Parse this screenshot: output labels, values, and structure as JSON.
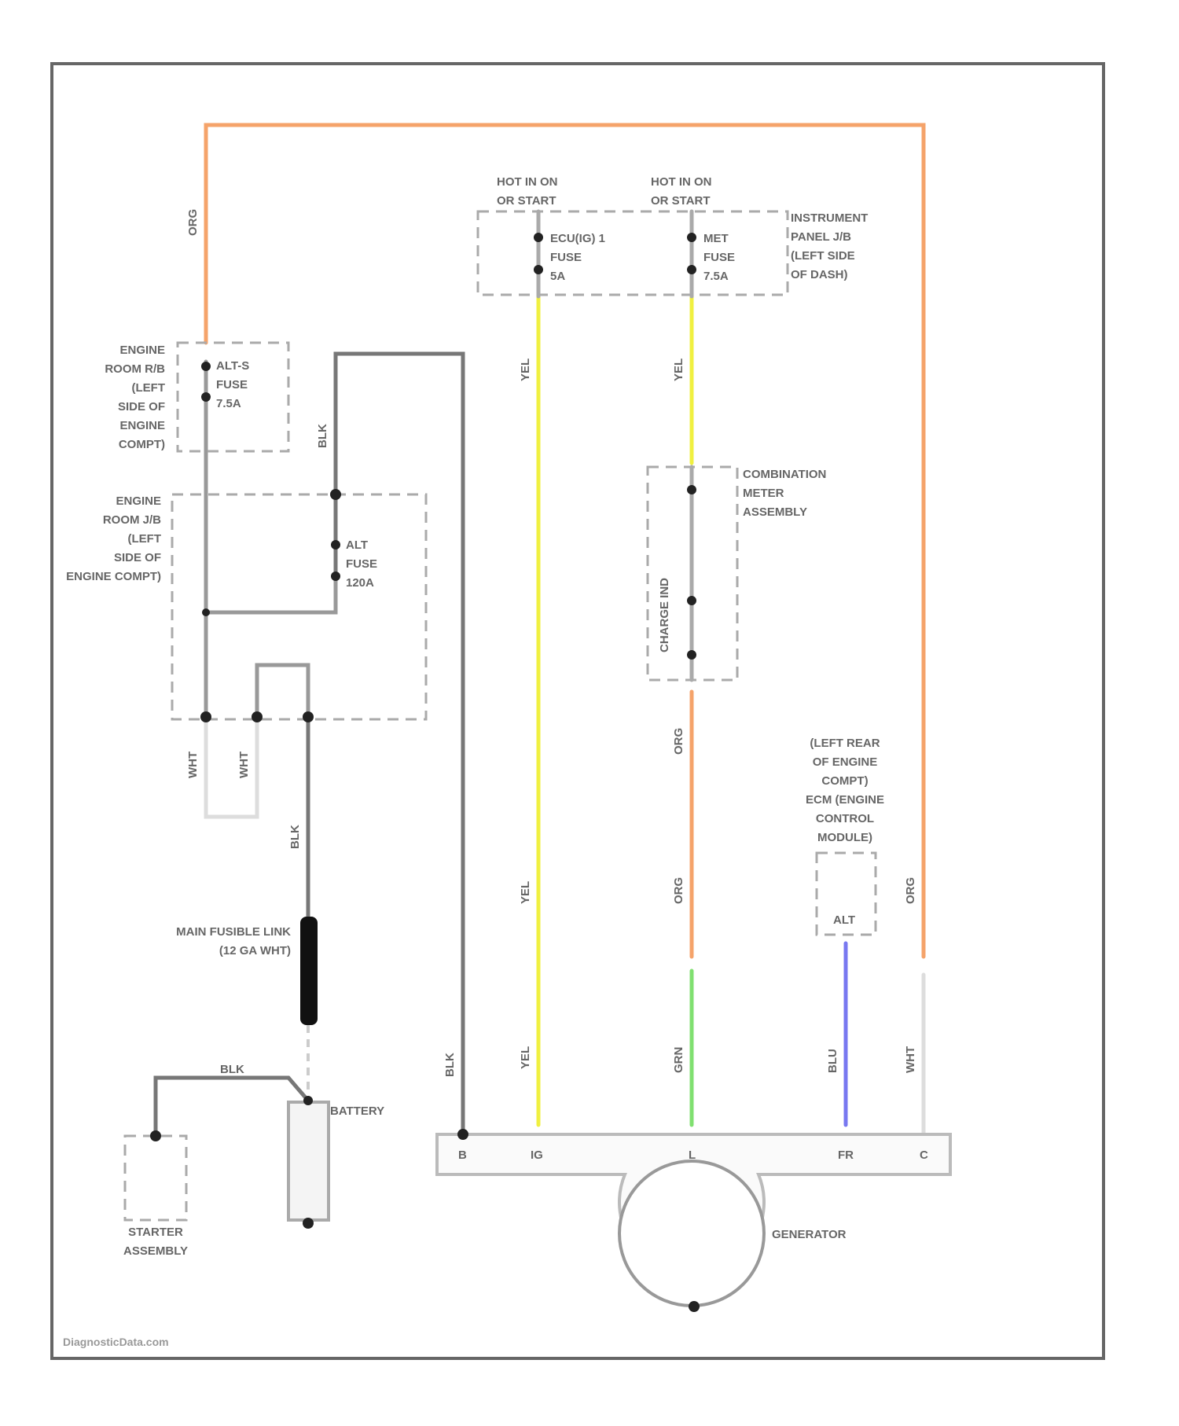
{
  "colors": {
    "ORG": "#f5a36a",
    "BLK": "#777777",
    "YEL": "#f0f040",
    "GRN": "#80e070",
    "BLU": "#7878f0",
    "WHT": "#dddddd",
    "frame": "#666666"
  },
  "labels": {
    "hot1": [
      "HOT IN ON",
      "OR START"
    ],
    "hot2": [
      "HOT IN ON",
      "OR START"
    ],
    "ecu_fuse": [
      "ECU(IG) 1",
      "FUSE",
      "5A"
    ],
    "met_fuse": [
      "MET",
      "FUSE",
      "7.5A"
    ],
    "ip_jb": [
      "INSTRUMENT",
      "PANEL J/B",
      "(LEFT SIDE",
      "OF DASH)"
    ],
    "er_rb": [
      "ENGINE",
      "ROOM R/B",
      "(LEFT",
      "SIDE OF",
      "ENGINE",
      "COMPT)"
    ],
    "alts_fuse": [
      "ALT-S",
      "FUSE",
      "7.5A"
    ],
    "er_jb": [
      "ENGINE",
      "ROOM J/B",
      "(LEFT",
      "SIDE OF",
      "ENGINE COMPT)"
    ],
    "alt_fuse": [
      "ALT",
      "FUSE",
      "120A"
    ],
    "combo_meter": [
      "COMBINATION",
      "METER",
      "ASSEMBLY"
    ],
    "charge_ind": "CHARGE IND",
    "ecm": [
      "(LEFT REAR",
      "OF ENGINE",
      "COMPT)",
      "ECM (ENGINE",
      "CONTROL",
      "MODULE)"
    ],
    "ecm_alt": "ALT",
    "fusible_link": [
      "MAIN FUSIBLE LINK",
      "(12 GA WHT)"
    ],
    "battery": "BATTERY",
    "starter": [
      "STARTER",
      "ASSEMBLY"
    ],
    "generator": "GENERATOR",
    "watermark": "DiagnosticData.com"
  },
  "wires": {
    "org": "ORG",
    "blk": "BLK",
    "yel": "YEL",
    "grn": "GRN",
    "blu": "BLU",
    "wht": "WHT"
  },
  "terminals": [
    "B",
    "IG",
    "L",
    "FR",
    "C"
  ]
}
